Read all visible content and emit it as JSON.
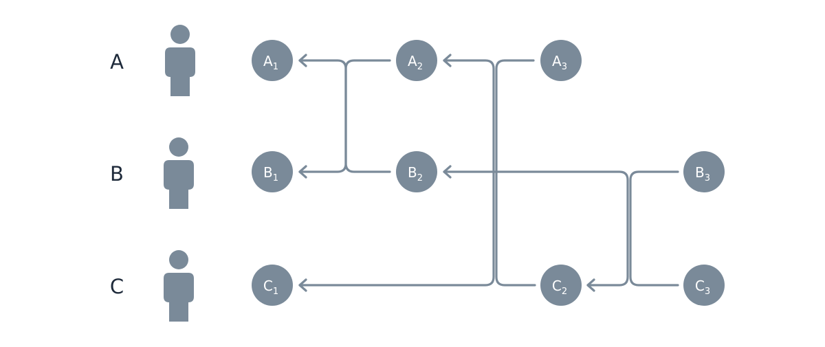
{
  "rows": [
    {
      "id": "A",
      "label": "A"
    },
    {
      "id": "B",
      "label": "B"
    },
    {
      "id": "C",
      "label": "C"
    }
  ],
  "nodes": [
    {
      "id": "A1",
      "letter": "A",
      "sub": "1"
    },
    {
      "id": "A2",
      "letter": "A",
      "sub": "2"
    },
    {
      "id": "A3",
      "letter": "A",
      "sub": "3"
    },
    {
      "id": "B1",
      "letter": "B",
      "sub": "1"
    },
    {
      "id": "B2",
      "letter": "B",
      "sub": "2"
    },
    {
      "id": "B3",
      "letter": "B",
      "sub": "3"
    },
    {
      "id": "C1",
      "letter": "C",
      "sub": "1"
    },
    {
      "id": "C2",
      "letter": "C",
      "sub": "2"
    },
    {
      "id": "C3",
      "letter": "C",
      "sub": "3"
    }
  ],
  "edges": [
    {
      "from": "A2",
      "to": "A1"
    },
    {
      "from": "A2",
      "to": "B1"
    },
    {
      "from": "B2",
      "to": "A1"
    },
    {
      "from": "B2",
      "to": "B1"
    },
    {
      "from": "A3",
      "to": "A2"
    },
    {
      "from": "A3",
      "to": "C1"
    },
    {
      "from": "C2",
      "to": "A2"
    },
    {
      "from": "C2",
      "to": "C1"
    },
    {
      "from": "B3",
      "to": "B2"
    },
    {
      "from": "B3",
      "to": "C2"
    },
    {
      "from": "C3",
      "to": "B2"
    },
    {
      "from": "C3",
      "to": "C2"
    }
  ],
  "colors": {
    "node": "#7a8a99",
    "node_text": "#ffffff",
    "row_label": "#1e2a3a",
    "background": "#ffffff"
  },
  "icons": {
    "person": "person-icon",
    "arrow": "arrowhead-icon"
  }
}
